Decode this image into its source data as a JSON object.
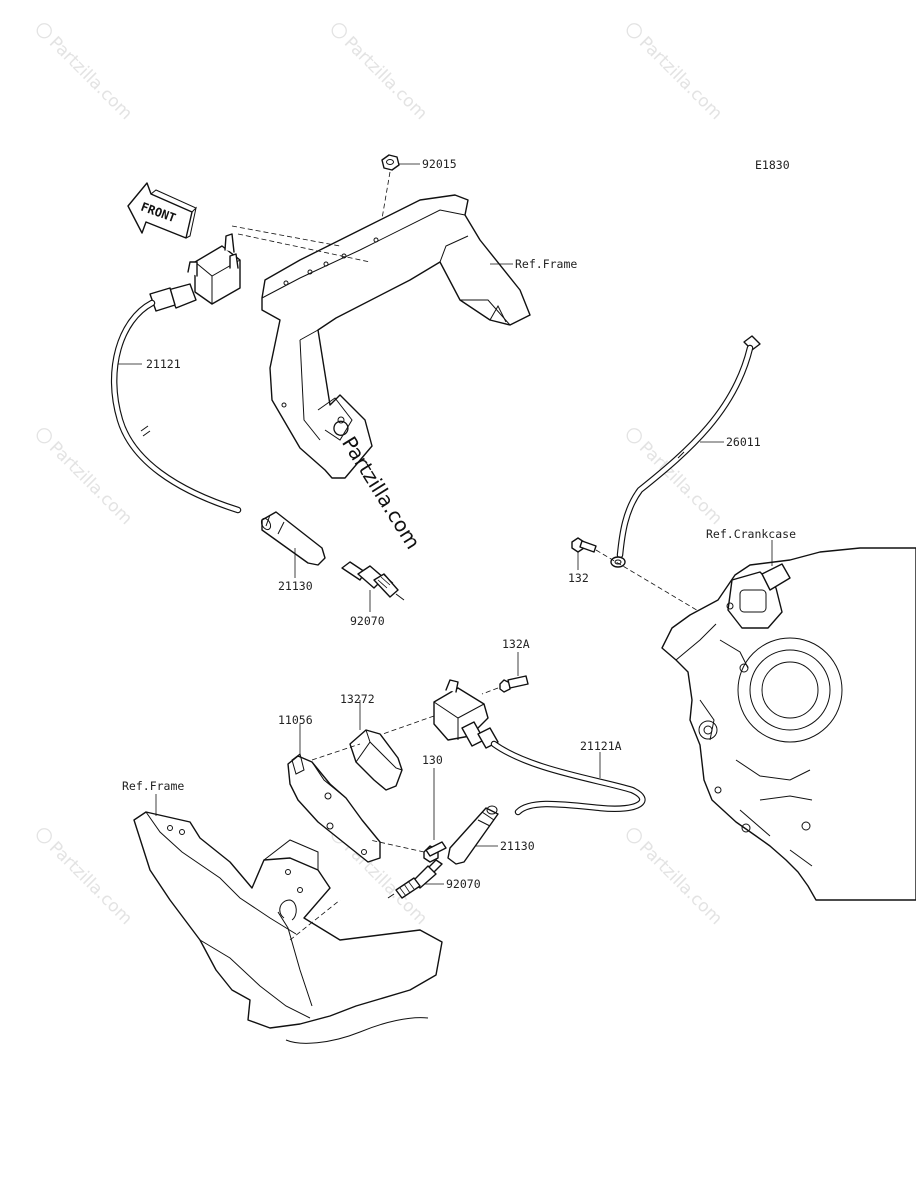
{
  "diagram_code": "E1830",
  "front_arrow_label": "FRONT",
  "watermark_text": "Partzilla.com",
  "center_watermark_text": "Partzilla.com",
  "labels": {
    "p92015": "92015",
    "ref_frame_top": "Ref.Frame",
    "p21121": "21121",
    "p21130_top": "21130",
    "p92070_top": "92070",
    "p26011": "26011",
    "ref_crankcase": "Ref.Crankcase",
    "p132": "132",
    "p132A": "132A",
    "p13272": "13272",
    "p11056": "11056",
    "p130": "130",
    "p21121A": "21121A",
    "p21130_bottom": "21130",
    "p92070_bottom": "92070",
    "ref_frame_bottom": "Ref.Frame"
  }
}
